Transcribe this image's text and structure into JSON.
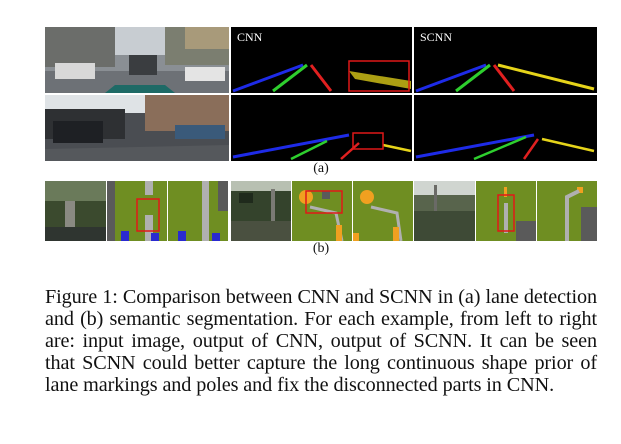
{
  "figure": {
    "panel_titles": {
      "cnn": "CNN",
      "scnn": "SCNN"
    },
    "sublabels": {
      "a": "(a)",
      "b": "(b)"
    },
    "caption": "Figure 1: Comparison between CNN and SCNN in (a) lane detection and (b) semantic segmentation. For each example, from left to right are: input image, output of CNN, output of SCNN. It can be seen that SCNN could better capture the long continuous shape prior of lane markings and poles and fix the disconnected parts in CNN.",
    "colors": {
      "lane_blue": "#1e2be8",
      "lane_green": "#2ecf2e",
      "lane_red": "#e02020",
      "lane_yellow": "#e6d41a",
      "highlight_box": "#e01818",
      "seg_vegetation": "#6f8e22",
      "seg_road": "#b0b0b0",
      "seg_sky": "#5a5a5a",
      "seg_sign": "#f0a020",
      "seg_car": "#2a2ad0"
    }
  }
}
